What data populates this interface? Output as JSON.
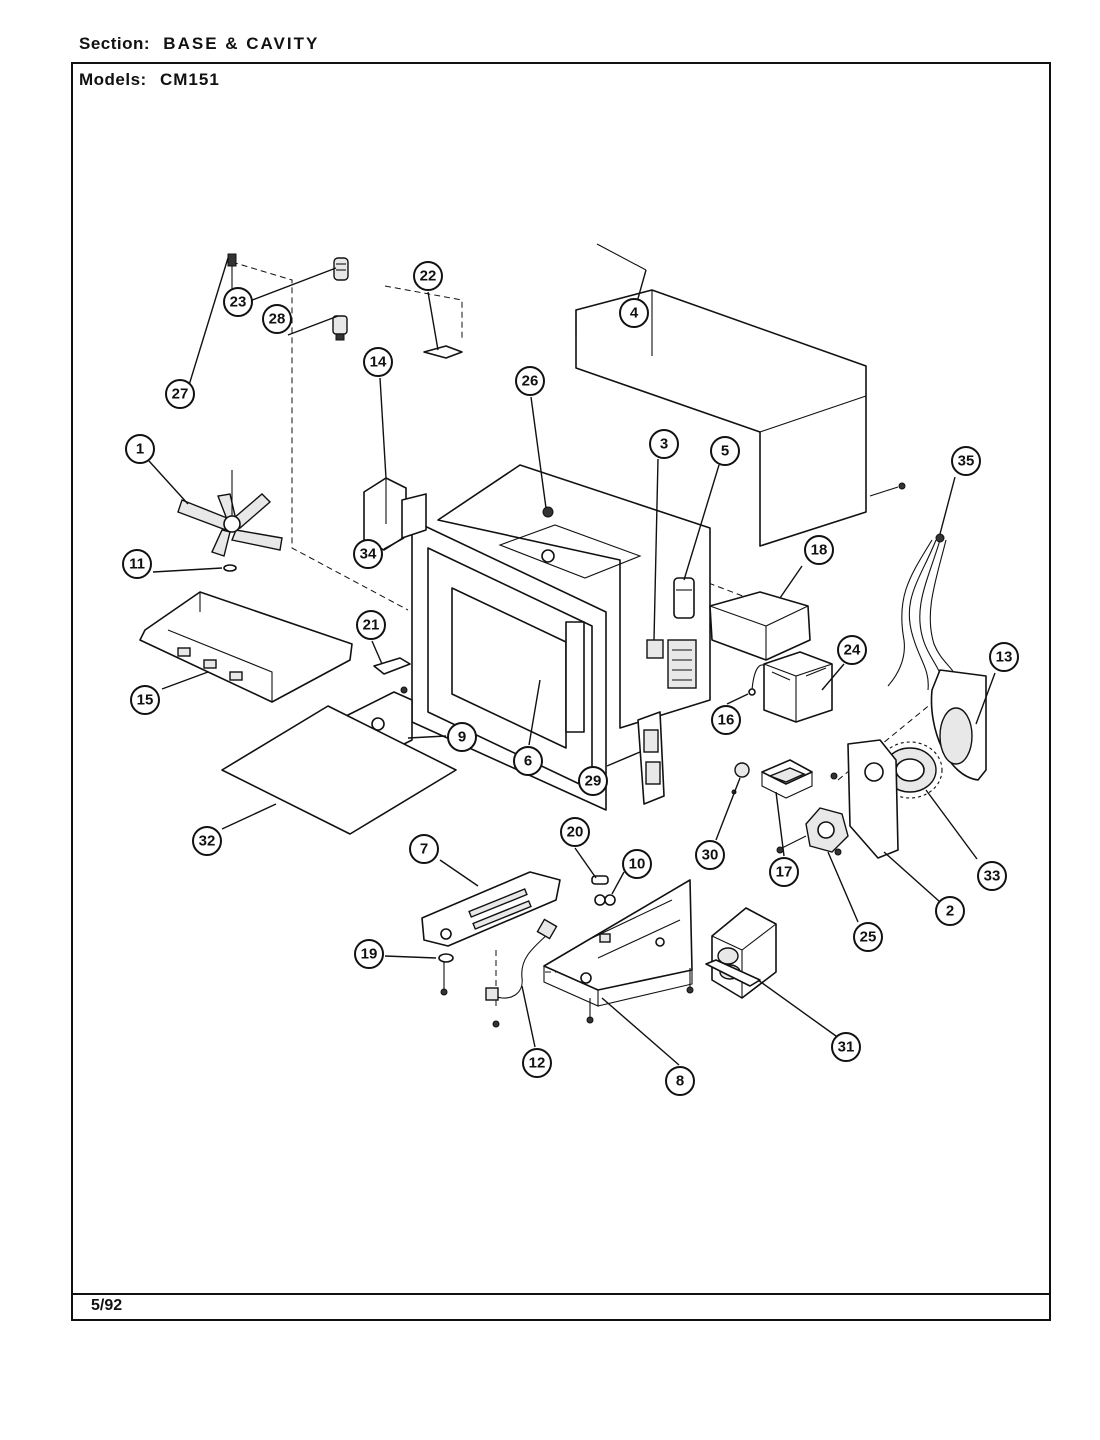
{
  "header": {
    "section_label": "Section:",
    "section_value": "BASE & CAVITY",
    "models_label": "Models:",
    "models_value": "CM151"
  },
  "footer": {
    "date": "5/92"
  },
  "callouts": [
    "1",
    "2",
    "3",
    "4",
    "5",
    "6",
    "7",
    "8",
    "9",
    "10",
    "11",
    "12",
    "13",
    "14",
    "15",
    "16",
    "17",
    "18",
    "19",
    "20",
    "21",
    "22",
    "23",
    "24",
    "25",
    "26",
    "27",
    "28",
    "29",
    "30",
    "31",
    "32",
    "33",
    "34",
    "35"
  ]
}
